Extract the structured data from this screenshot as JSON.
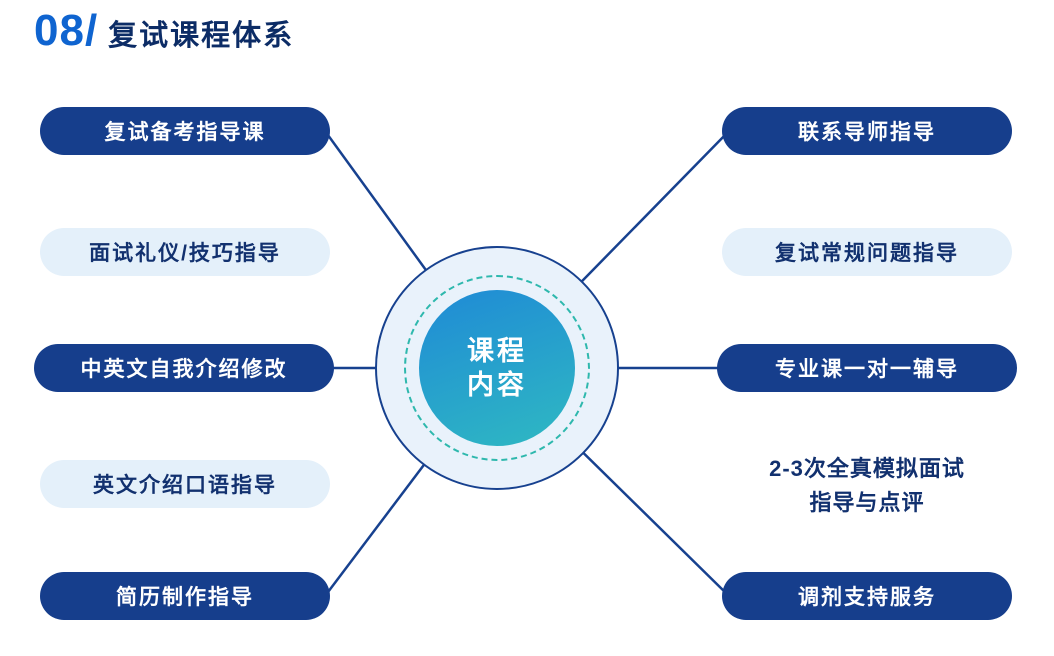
{
  "header": {
    "number": "08/",
    "title": "复试课程体系"
  },
  "center": {
    "line1": "课程",
    "line2": "内容"
  },
  "left_items": [
    {
      "label": "复试备考指导课",
      "style": "solid"
    },
    {
      "label": "面试礼仪/技巧指导",
      "style": "light"
    },
    {
      "label": "中英文自我介绍修改",
      "style": "solid"
    },
    {
      "label": "英文介绍口语指导",
      "style": "light"
    },
    {
      "label": "简历制作指导",
      "style": "solid"
    }
  ],
  "right_items": [
    {
      "label": "联系导师指导",
      "style": "solid"
    },
    {
      "label": "复试常规问题指导",
      "style": "light"
    },
    {
      "label": "专业课一对一辅导",
      "style": "solid"
    },
    {
      "label_line1": "2-3次全真模拟面试",
      "label_line2": "指导与点评",
      "style": "text"
    },
    {
      "label": "调剂支持服务",
      "style": "solid"
    }
  ],
  "colors": {
    "accent_blue": "#0F64D0",
    "title_navy": "#0C2C66",
    "pill_dark": "#163E8C",
    "pill_light": "#E4F0FA",
    "pill_light_text": "#12316F",
    "connector": "#17418F",
    "circle_fill": "#E9F2FB",
    "dashed_teal": "#2EB8AD",
    "gradient_start": "#1F8AD6",
    "gradient_end": "#2FB9C2"
  }
}
